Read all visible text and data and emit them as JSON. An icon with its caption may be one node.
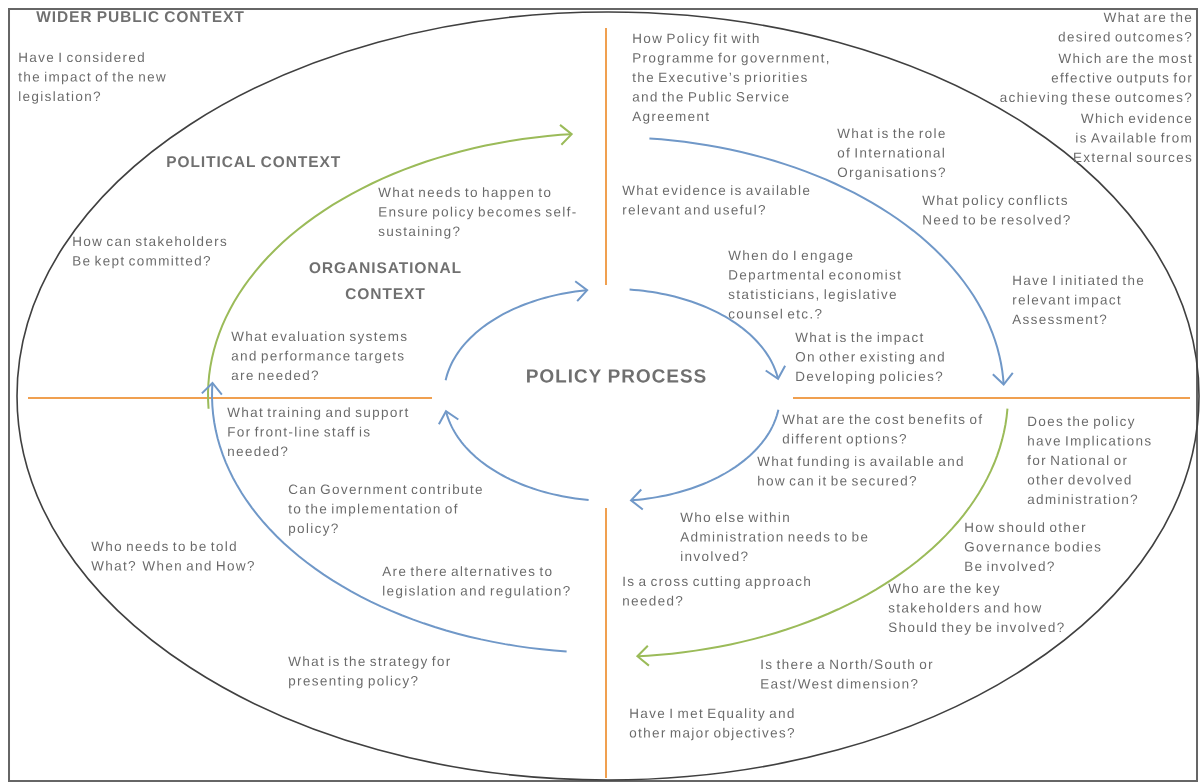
{
  "diagram": {
    "labels": [
      "WIDER PUBLIC  CONTEXT",
      "Have I considered the impact of the new legislation?",
      "What are the desired outcomes?",
      "Which are the most effective outputs for achieving these outcomes?",
      "Which evidence is Available from External sources",
      "How Policy fit with Programme for government, the Executive’s priorities and the Public Service Agreement",
      "POLITICAL CONTEXT",
      "What needs to happen to Ensure policy becomes self-sustaining?",
      "What is the role of International Organisations?",
      "What evidence is available relevant and useful?",
      "What policy conflicts Need to be resolved?",
      "How can stakeholders Be kept committed?",
      "ORGANISATIONAL CONTEXT",
      "When do I engage Departmental economist statisticians, legislative counsel etc.?",
      "Have I initiated the relevant impact Assessment?",
      "What evaluation systems and performance targets are needed?",
      "What is the impact On other existing and Developing policies?",
      "POLICY PROCESS",
      "What training and support For front-line staff is needed?",
      "What are the cost benefits of different options?",
      "Does the policy have Implications for National or other devolved administration?",
      "What funding is available and how can it be secured?",
      "Can Government contribute to the implementation of policy?",
      "Who else within Administration needs to be involved?",
      "How should other Governance bodies Be involved?",
      "Who needs to be told What? When and How?",
      "Are there alternatives to legislation and regulation?",
      "Is a cross cutting approach needed?",
      "Who are the key stakeholders and how Should they be involved?",
      "What is the strategy for presenting policy?",
      "Is there a North/South or East/West dimension?",
      "Have I met Equality and other major objectives?"
    ]
  }
}
